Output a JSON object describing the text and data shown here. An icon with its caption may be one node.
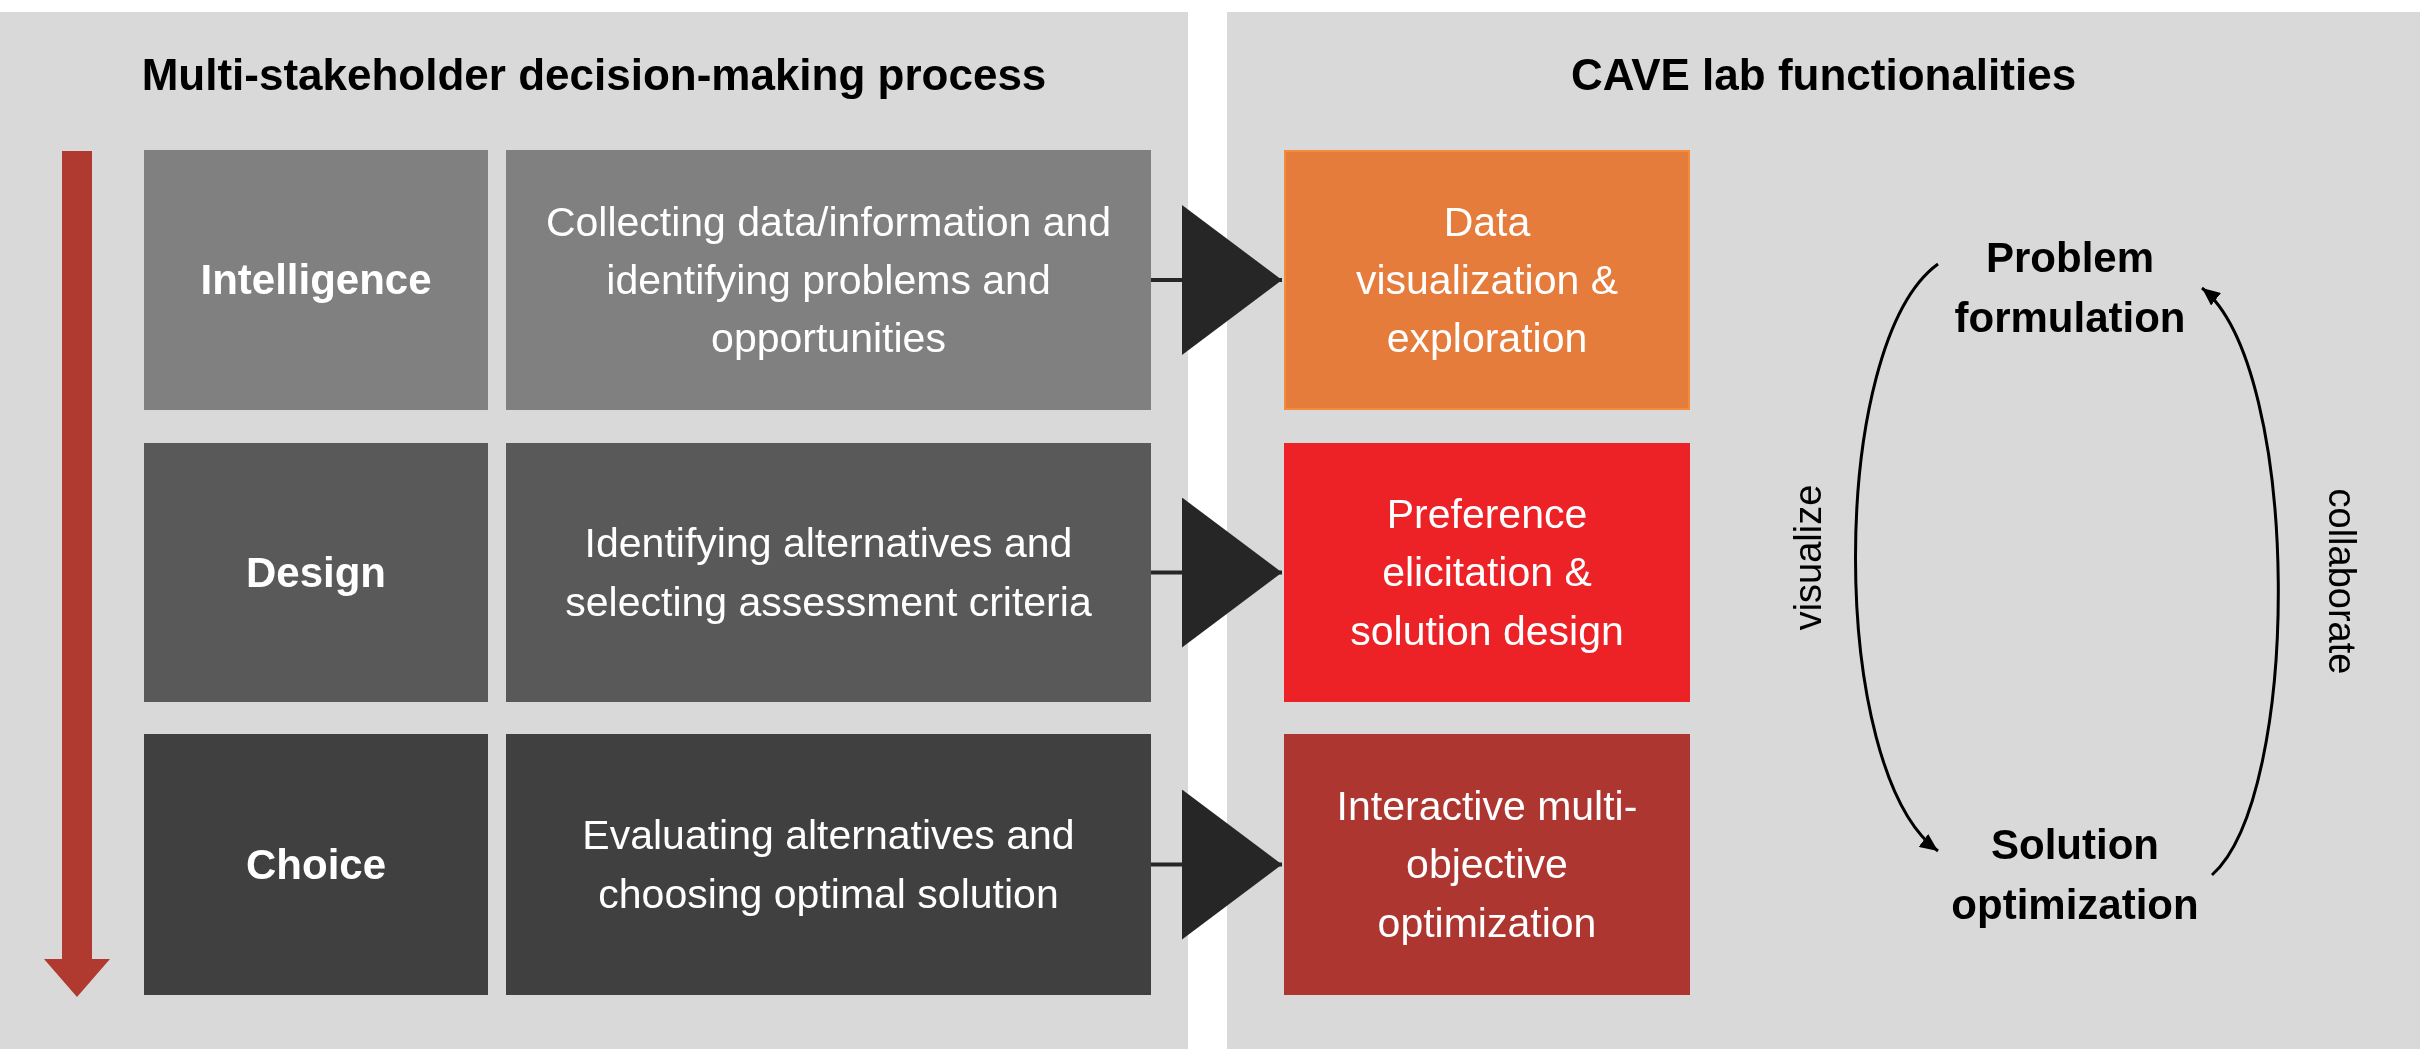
{
  "diagram": {
    "nodes": [
      {
        "text": [
          "Multi-stakeholder decision-making process"
        ]
      },
      {
        "text": [
          "Intelligence"
        ],
        "in": 0
      },
      {
        "text": [
          "Collecting data/information and identifying problems and opportunities"
        ],
        "in": 0
      },
      {
        "text": [
          "Design"
        ],
        "in": 0
      },
      {
        "text": [
          "Identifying alternatives and selecting assessment criteria"
        ],
        "in": 0
      },
      {
        "text": [
          "Choice"
        ],
        "in": 0
      },
      {
        "text": [
          "Evaluating alternatives and choosing optimal solution"
        ],
        "in": 0
      },
      {
        "text": [
          "CAVE lab functionalities"
        ]
      },
      {
        "text": [
          "Data visualization & exploration"
        ],
        "in": 7
      },
      {
        "text": [
          "Preference elicitation & solution design"
        ],
        "in": 7
      },
      {
        "text": [
          "Interactive multi-objective optimization"
        ],
        "in": 7
      },
      {
        "text": [
          "Problem formulation"
        ],
        "in": 7
      },
      {
        "text": [
          "Solution optimization"
        ],
        "in": 7
      }
    ],
    "edges": [
      {
        "from": 2,
        "to": 8,
        "arrow": "to"
      },
      {
        "from": 4,
        "to": 9,
        "arrow": "to"
      },
      {
        "from": 6,
        "to": 10,
        "arrow": "to"
      },
      {
        "from": 11,
        "to": 12,
        "label": "visualize",
        "arrow": "to"
      },
      {
        "from": 12,
        "to": 11,
        "label": "collaborate",
        "arrow": "to"
      }
    ]
  }
}
